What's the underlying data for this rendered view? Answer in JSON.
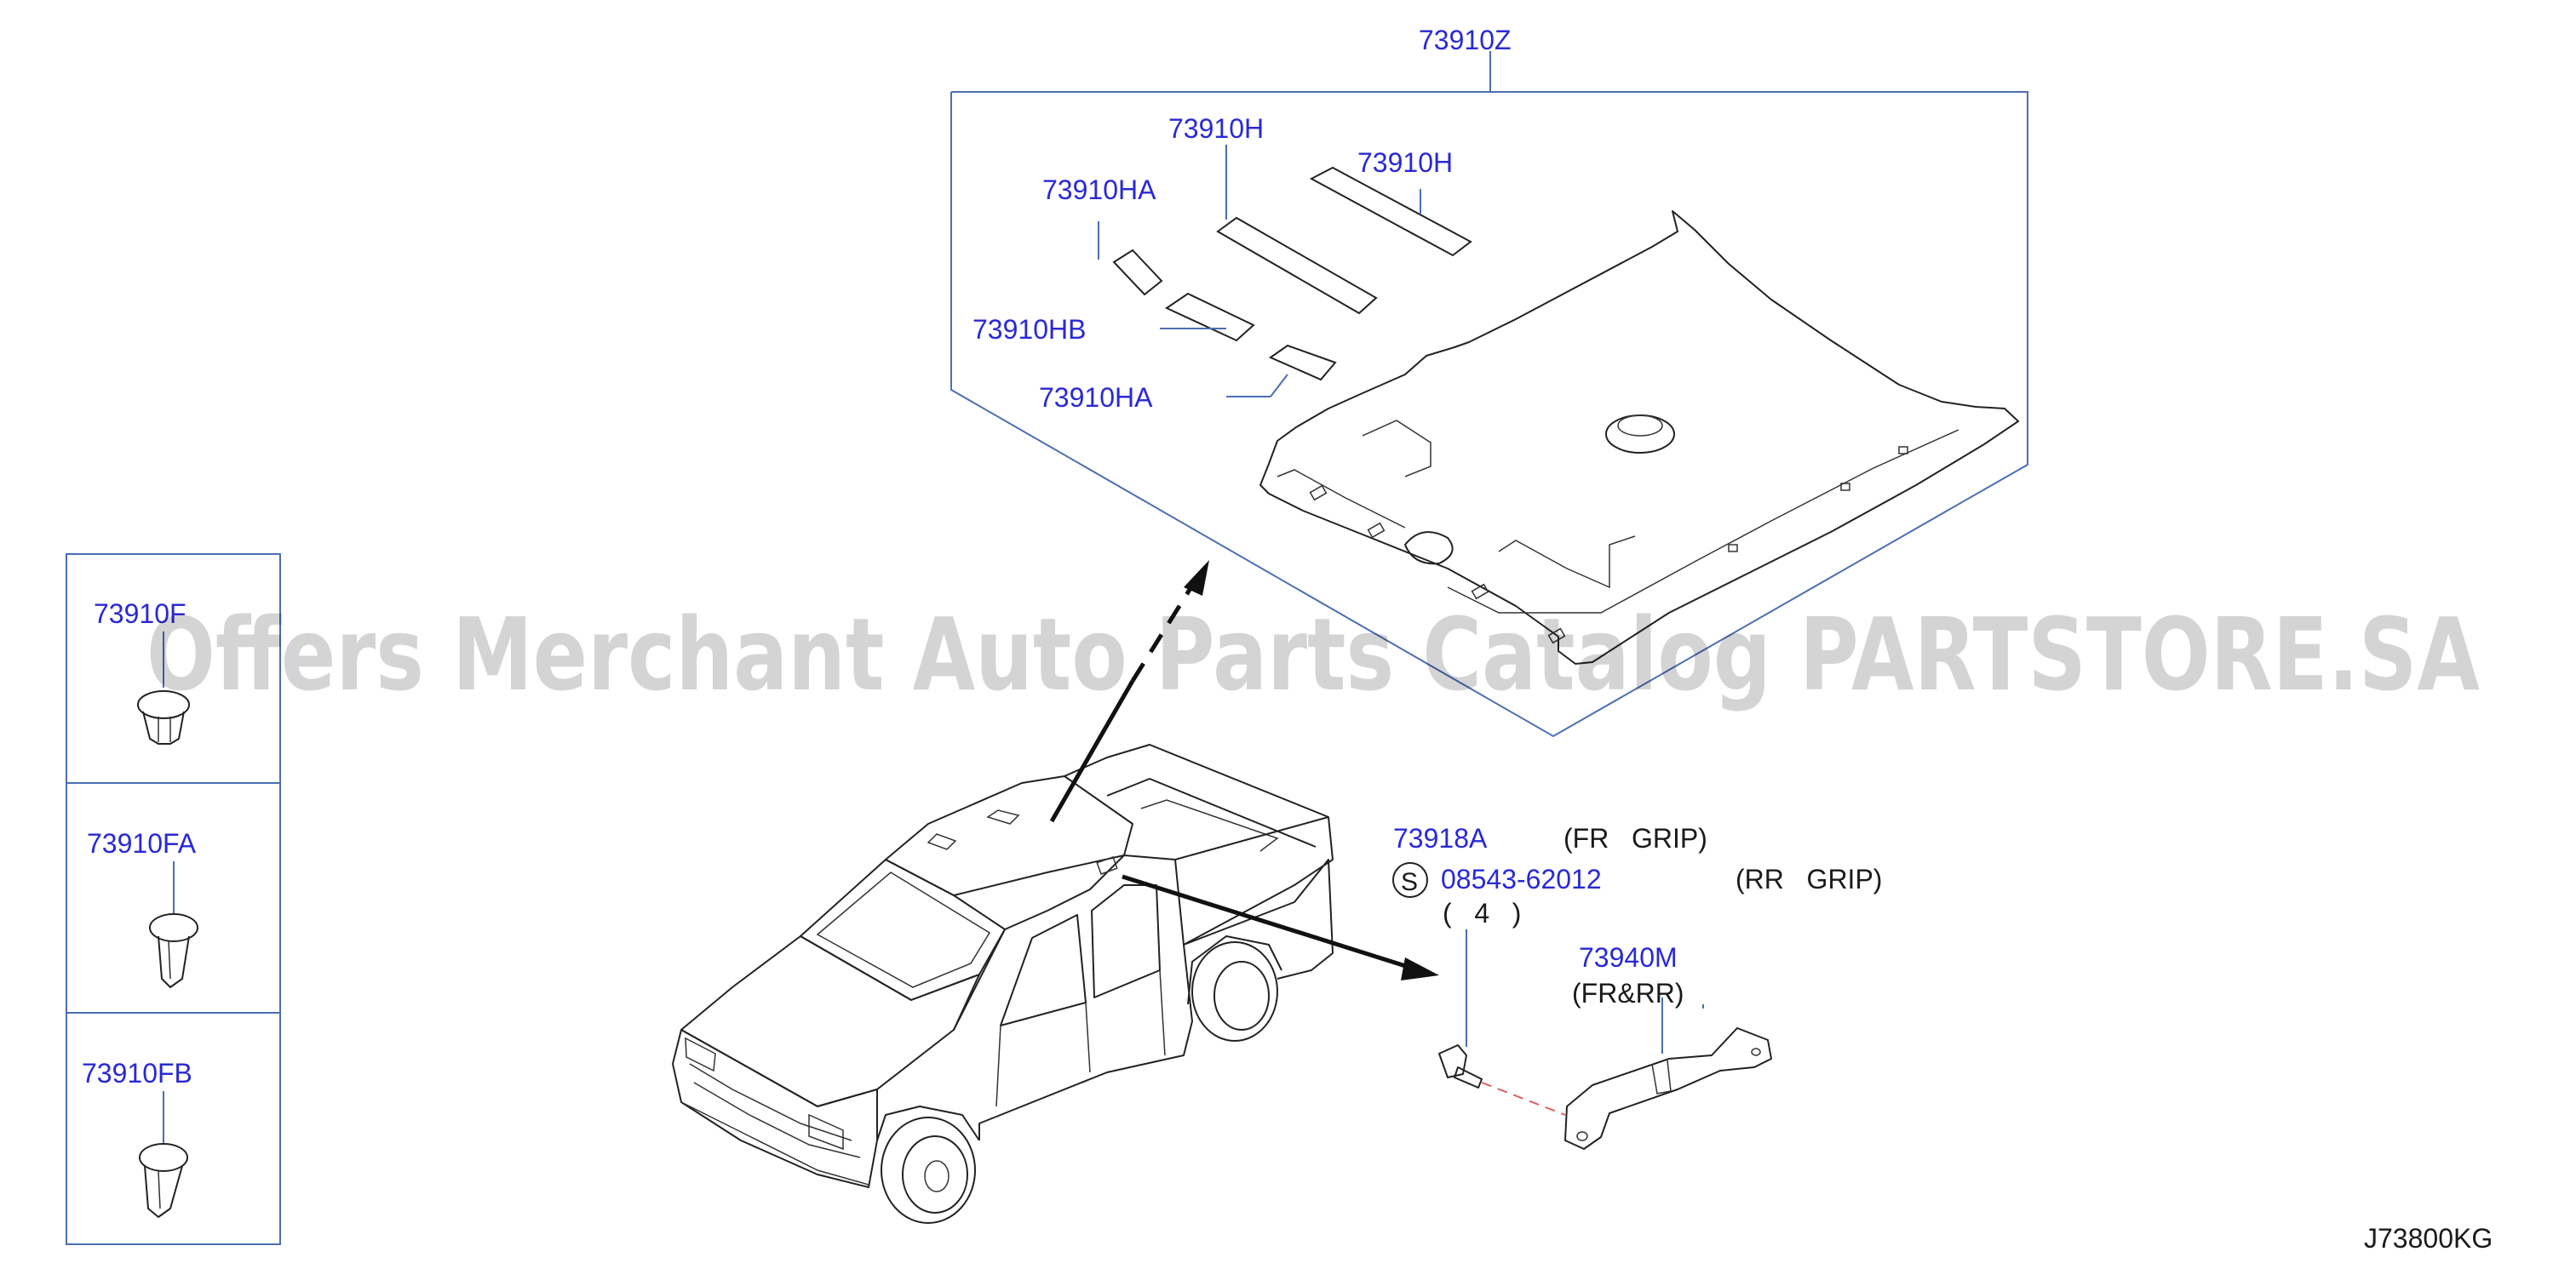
{
  "callouts": {
    "headlining_assy": "73910Z",
    "pad_h_1": "73910H",
    "pad_h_2": "73910H",
    "pad_ha_1": "73910HA",
    "pad_hb": "73910HB",
    "pad_ha_2": "73910HA",
    "clip_f": "73910F",
    "clip_fa": "73910FA",
    "clip_fb": "73910FB",
    "grip": "73918A",
    "grip_note": "(FR   GRIP)",
    "screw_symbol": "S",
    "screw": "08543-62012",
    "screw_note": "(RR   GRIP)",
    "screw_qty": "(   4   )",
    "bracket": "73940M",
    "bracket_note": "(FR&RR)"
  },
  "diagram_code": "J73800KG",
  "watermark": "Offers Merchant Auto Parts Catalog PARTSTORE.SA",
  "colors": {
    "callout_text": "#2929d6",
    "leader_line": "#4a6fb3",
    "drawing_line": "#222222",
    "dash_line": "#e06060"
  }
}
